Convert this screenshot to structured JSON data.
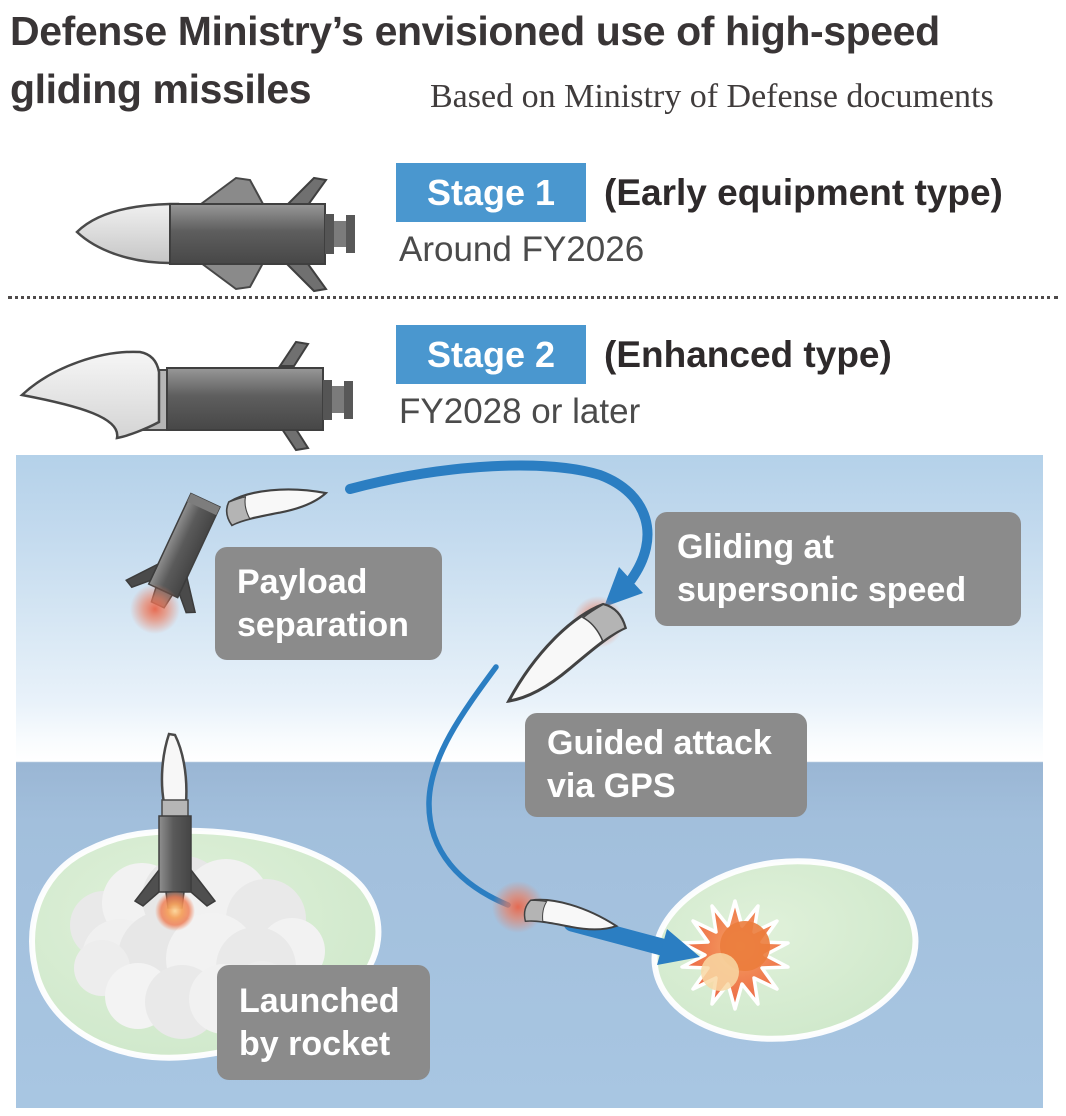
{
  "header": {
    "title_line1": "Defense Ministry’s envisioned use of high-speed",
    "title_line2": "gliding missiles",
    "source_note": "Based on Ministry of Defense documents"
  },
  "stages": [
    {
      "badge": "Stage 1",
      "type_label": "(Early equipment type)",
      "timeline": "Around FY2026"
    },
    {
      "badge": "Stage 2",
      "type_label": "(Enhanced type)",
      "timeline": "FY2028 or later"
    }
  ],
  "diagram": {
    "labels": {
      "payload_separation": "Payload separation",
      "gliding": "Gliding at supersonic speed",
      "guided_attack": "Guided attack via GPS",
      "launched_by_rocket": "Launched by rocket"
    }
  },
  "colors": {
    "stage_badge_blue": "#4a97cf",
    "callout_gray": "#8b8b8b",
    "trajectory_blue": "#2b7ec2",
    "island_green": "#d9eed3",
    "sky_blue": "#b4d1e9",
    "sea_blue": "#a3c1de",
    "explosion_orange": "#ed6a4a",
    "exhaust_glow": "#ec7c5e"
  }
}
